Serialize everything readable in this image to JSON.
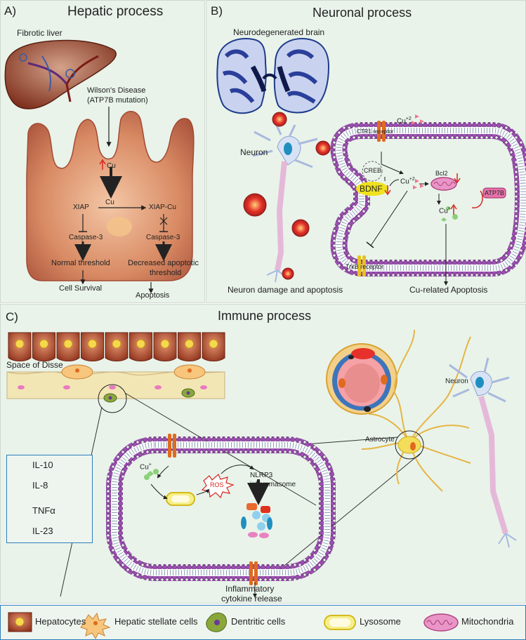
{
  "panelA": {
    "letter": "A)",
    "title": "Hepatic process",
    "fibrotic_liver": "Fibrotic liver",
    "wilson_line1": "Wilson's Disease",
    "wilson_line2": "(ATP7B mutation)",
    "cu_top": "Cu",
    "cu_mid": "Cu",
    "xiap": "XIAP",
    "xiap_cu": "XIAP-Cu",
    "caspase_left": "Caspase-3",
    "caspase_right": "Caspase-3",
    "normal_threshold": "Normal threshold",
    "decreased_line1": "Decreased apoptotic",
    "decreased_line2": "threshold",
    "cell_survival": "Cell Survival",
    "apoptosis": "Apoptosis"
  },
  "panelB": {
    "letter": "B)",
    "title": "Neuronal process",
    "brain_label": "Neurodegenerated brain",
    "neuron_label": "Neuron",
    "damage_label": "Neuron damage and apoptosis",
    "cu2_top": "Cu",
    "cu2_top_sup": "+2",
    "ctr1": "CTR1 receptor",
    "creb": "CREB",
    "cu2_mid": "Cu",
    "cu2_mid_sup": "+2",
    "bdnf": "BDNF",
    "bcl2": "Bcl2",
    "cu_plus": "Cu",
    "cu_plus_sup": "+",
    "atp7b": "ATP7B",
    "trkb": "TrkB receptor",
    "cu_apoptosis": "Cu-related Apoptosis"
  },
  "panelC": {
    "letter": "C)",
    "title": "Immune process",
    "space_disse": "Space of Disse",
    "cu_plus": "Cu",
    "cu_plus_sup": "+",
    "ros": "ROS",
    "nlrp3_line1": "NLRP3",
    "nlrp3_line2": "inflammasome",
    "release_line1": "Inflammatory",
    "release_line2": "cytokine release",
    "astrocyte": "Astrocyte",
    "neuron": "Neuron",
    "cytokines": [
      {
        "label": "IL-10",
        "color": "#e86a2c"
      },
      {
        "label": "IL-8",
        "color": "#8fd0ee"
      },
      {
        "label": "TNFα",
        "color": "#1f8fc0"
      },
      {
        "label": "IL-23",
        "color": "#e882c0"
      }
    ]
  },
  "legend": [
    {
      "label": "Hepatocytes"
    },
    {
      "label": "Hepatic stellate cells"
    },
    {
      "label": "Dentritic cells"
    },
    {
      "label": "Lysosome"
    },
    {
      "label": "Mitochondria"
    }
  ]
}
